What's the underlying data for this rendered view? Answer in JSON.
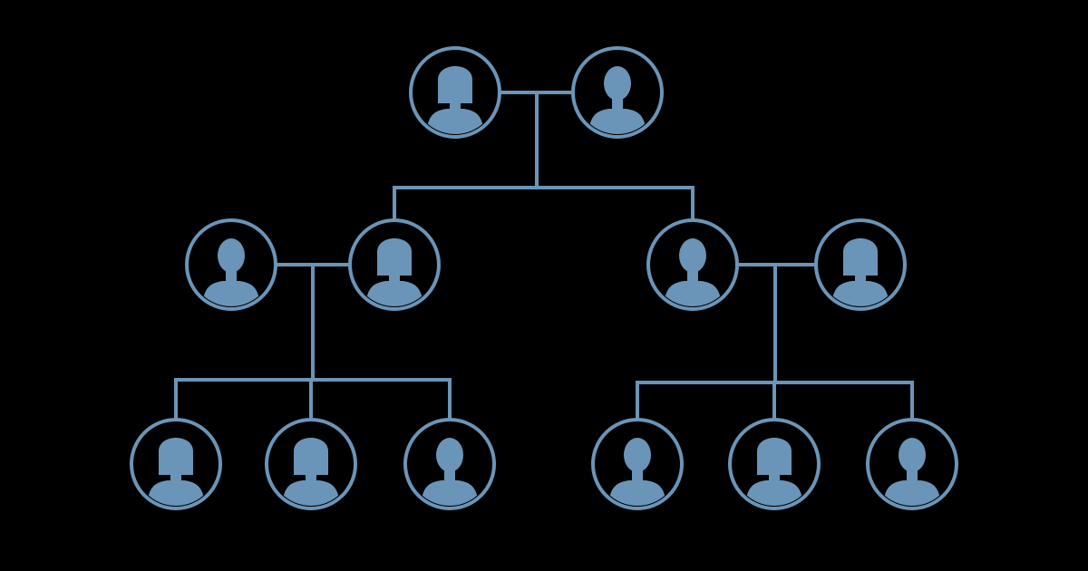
{
  "colors": {
    "background": "#000000",
    "line": "#6a95b8",
    "icon": "#6a95b8"
  },
  "diagram": {
    "type": "family-tree",
    "generations": 3,
    "people": [
      {
        "id": "grandmother",
        "icon": "female-person-icon"
      },
      {
        "id": "grandfather",
        "icon": "male-person-icon"
      },
      {
        "id": "father",
        "icon": "male-person-icon"
      },
      {
        "id": "mother",
        "icon": "female-person-icon"
      },
      {
        "id": "son",
        "icon": "male-person-icon"
      },
      {
        "id": "daughter-in-law",
        "icon": "female-person-icon"
      },
      {
        "id": "child-1",
        "icon": "female-person-icon"
      },
      {
        "id": "child-2",
        "icon": "female-person-icon"
      },
      {
        "id": "child-3",
        "icon": "male-person-icon"
      },
      {
        "id": "child-4",
        "icon": "male-person-icon"
      },
      {
        "id": "child-5",
        "icon": "female-person-icon"
      },
      {
        "id": "child-6",
        "icon": "male-person-icon"
      }
    ],
    "couples": [
      {
        "partners": [
          "grandmother",
          "grandfather"
        ],
        "children": [
          "mother",
          "son"
        ]
      },
      {
        "partners": [
          "father",
          "mother"
        ],
        "children": [
          "child-1",
          "child-2",
          "child-3"
        ]
      },
      {
        "partners": [
          "son",
          "daughter-in-law"
        ],
        "children": [
          "child-4",
          "child-5",
          "child-6"
        ]
      }
    ]
  }
}
